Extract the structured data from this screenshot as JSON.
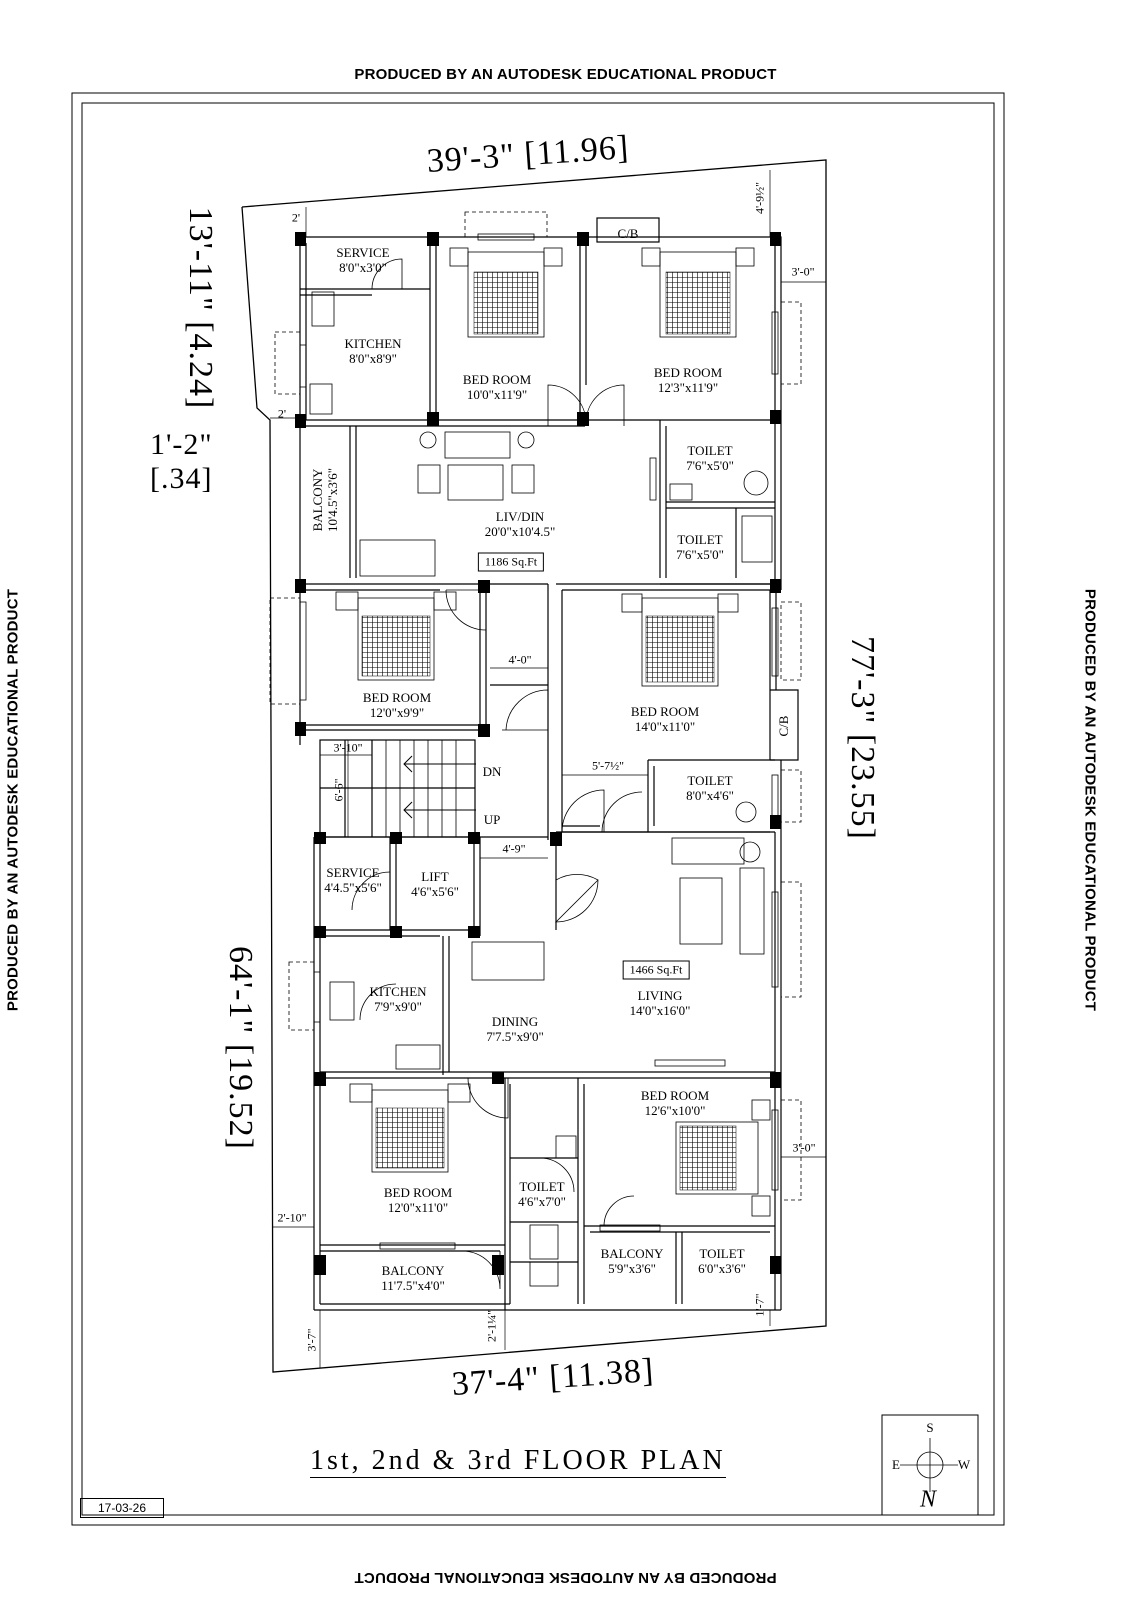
{
  "watermark": "PRODUCED BY AN AUTODESK EDUCATIONAL PRODUCT",
  "title": "1st, 2nd & 3rd FLOOR PLAN",
  "date": "17-03-26",
  "compass": {
    "n": "N",
    "s": "S",
    "e": "E",
    "w": "W"
  },
  "plot_dims": {
    "top": "39'-3\" [11.96]",
    "bottom": "37'-4\" [11.38]",
    "left": "64'-1\" [19.52]",
    "right": "77'-3\" [23.55]",
    "upper_left": "13'-11\" [4.24]",
    "jog": "1'-2\" [.34]"
  },
  "small_dims": {
    "d_2_top": "2'",
    "d_2_left": "2'",
    "d_491": "4'-9½\"",
    "d_30_top": "3'-0\"",
    "d_40": "4'-0\"",
    "d_5712": "5'-7½\"",
    "d_49": "4'-9\"",
    "d_310": "3'-10\"",
    "d_66": "6'-6\"",
    "d_30_bottom": "3'-0\"",
    "d_210": "2'-10\"",
    "d_37": "3'-7\"",
    "d_214": "2'-1¼\"",
    "d_17": "1'-7\""
  },
  "areas": {
    "upper_flat": "1186 Sq.Ft",
    "lower_flat": "1466 Sq.Ft"
  },
  "stairs": {
    "dn": "DN",
    "up": "UP"
  },
  "cb": "C/B",
  "rooms": {
    "service_top": {
      "name": "SERVICE",
      "size": "8'0\"x3'0\""
    },
    "kitchen_top": {
      "name": "KITCHEN",
      "size": "8'0\"x8'9\""
    },
    "bed_top_mid": {
      "name": "BED ROOM",
      "size": "10'0\"x11'9\""
    },
    "bed_top_right": {
      "name": "BED ROOM",
      "size": "12'3\"x11'9\""
    },
    "toilet_top_1": {
      "name": "TOILET",
      "size": "7'6\"x5'0\""
    },
    "toilet_top_2": {
      "name": "TOILET",
      "size": "7'6\"x5'0\""
    },
    "balcony_top": {
      "name": "BALCONY",
      "size": "10'4.5\"x3'6\""
    },
    "livdin": {
      "name": "LIV/DIN",
      "size": "20'0\"x10'4.5\""
    },
    "bed_mid_left": {
      "name": "BED ROOM",
      "size": "12'0\"x9'9\""
    },
    "bed_mid_right": {
      "name": "BED ROOM",
      "size": "14'0\"x11'0\""
    },
    "toilet_mid": {
      "name": "TOILET",
      "size": "8'0\"x4'6\""
    },
    "service_mid": {
      "name": "SERVICE",
      "size": "4'4.5\"x5'6\""
    },
    "lift": {
      "name": "LIFT",
      "size": "4'6\"x5'6\""
    },
    "kitchen_low": {
      "name": "KITCHEN",
      "size": "7'9\"x9'0\""
    },
    "dining": {
      "name": "DINING",
      "size": "7'7.5\"x9'0\""
    },
    "living": {
      "name": "LIVING",
      "size": "14'0\"x16'0\""
    },
    "bed_low_left": {
      "name": "BED ROOM",
      "size": "12'0\"x11'0\""
    },
    "bed_low_right": {
      "name": "BED ROOM",
      "size": "12'6\"x10'0\""
    },
    "toilet_low_mid": {
      "name": "TOILET",
      "size": "4'6\"x7'0\""
    },
    "balcony_low_left": {
      "name": "BALCONY",
      "size": "11'7.5\"x4'0\""
    },
    "balcony_low_right": {
      "name": "BALCONY",
      "size": "5'9\"x3'6\""
    },
    "toilet_low_right": {
      "name": "TOILET",
      "size": "6'0\"x3'6\""
    }
  }
}
